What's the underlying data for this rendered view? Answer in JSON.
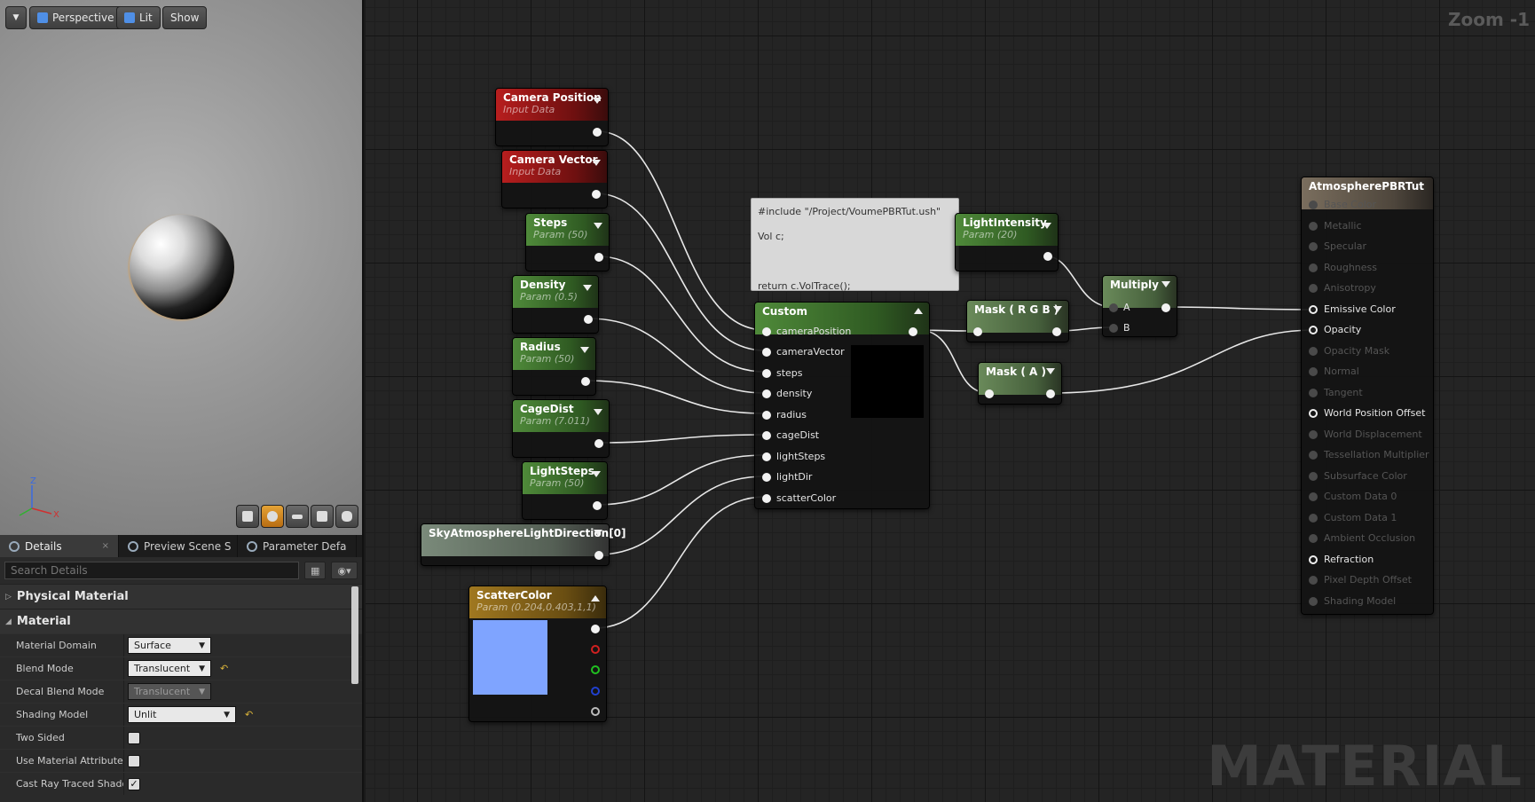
{
  "viewport": {
    "buttons": {
      "perspective": "Perspective",
      "lit": "Lit",
      "show": "Show"
    },
    "axis": {
      "z": "Z",
      "x": "X"
    }
  },
  "details": {
    "tabs": [
      {
        "label": "Details",
        "close": "×"
      },
      {
        "label": "Preview Scene S",
        "close": ""
      },
      {
        "label": "Parameter Defa",
        "close": ""
      }
    ],
    "search_placeholder": "Search Details",
    "categories": {
      "physical_material": "Physical Material",
      "material": "Material"
    },
    "properties": {
      "material_domain": {
        "label": "Material Domain",
        "value": "Surface"
      },
      "blend_mode": {
        "label": "Blend Mode",
        "value": "Translucent"
      },
      "decal_blend_mode": {
        "label": "Decal Blend Mode",
        "value": "Translucent"
      },
      "shading_model": {
        "label": "Shading Model",
        "value": "Unlit"
      },
      "two_sided": {
        "label": "Two Sided",
        "checked": false
      },
      "use_material_attributes": {
        "label": "Use Material Attributes",
        "checked": false
      },
      "cast_ray_traced_shadows": {
        "label": "Cast Ray Traced Shadows",
        "checked": true,
        "mark": "✓"
      }
    }
  },
  "graph": {
    "zoom": "Zoom -1",
    "watermark": "MATERIAL",
    "nodes": {
      "camera_position": {
        "title": "Camera Position",
        "subtitle": "Input Data"
      },
      "camera_vector": {
        "title": "Camera Vector",
        "subtitle": "Input Data"
      },
      "steps": {
        "title": "Steps",
        "subtitle": "Param (50)"
      },
      "density": {
        "title": "Density",
        "subtitle": "Param (0.5)"
      },
      "radius": {
        "title": "Radius",
        "subtitle": "Param (50)"
      },
      "cagedist": {
        "title": "CageDist",
        "subtitle": "Param (7.011)"
      },
      "lightsteps": {
        "title": "LightSteps",
        "subtitle": "Param (50)"
      },
      "skylight": {
        "title": "SkyAtmosphereLightDirection[0]"
      },
      "scattercolor": {
        "title": "ScatterColor",
        "subtitle": "Param (0.204,0.403,1,1)",
        "swatch_color": "#7fa4ff"
      },
      "lightintensity": {
        "title": "LightIntensity",
        "subtitle": "Param (20)"
      },
      "custom": {
        "title": "Custom",
        "code": [
          "#include \"/Project/VoumePBRTut.ush\"",
          "Vol c;",
          "",
          "return c.VolTrace();"
        ],
        "inputs": [
          "cameraPosition",
          "cameraVector",
          "steps",
          "density",
          "radius",
          "cageDist",
          "lightSteps",
          "lightDir",
          "scatterColor"
        ]
      },
      "mask_rgb": {
        "title": "Mask ( R G B )"
      },
      "mask_a": {
        "title": "Mask ( A )"
      },
      "multiply": {
        "title": "Multiply",
        "inputs": [
          "A",
          "B"
        ]
      },
      "output": {
        "title": "AtmospherePBRTut",
        "pins": [
          {
            "label": "Base Color",
            "active": false
          },
          {
            "label": "Metallic",
            "active": false
          },
          {
            "label": "Specular",
            "active": false
          },
          {
            "label": "Roughness",
            "active": false
          },
          {
            "label": "Anisotropy",
            "active": false
          },
          {
            "label": "Emissive Color",
            "active": true
          },
          {
            "label": "Opacity",
            "active": true
          },
          {
            "label": "Opacity Mask",
            "active": false
          },
          {
            "label": "Normal",
            "active": false
          },
          {
            "label": "Tangent",
            "active": false
          },
          {
            "label": "World Position Offset",
            "active": true
          },
          {
            "label": "World Displacement",
            "active": false
          },
          {
            "label": "Tessellation Multiplier",
            "active": false
          },
          {
            "label": "Subsurface Color",
            "active": false
          },
          {
            "label": "Custom Data 0",
            "active": false
          },
          {
            "label": "Custom Data 1",
            "active": false
          },
          {
            "label": "Ambient Occlusion",
            "active": false
          },
          {
            "label": "Refraction",
            "active": true
          },
          {
            "label": "Pixel Depth Offset",
            "active": false
          },
          {
            "label": "Shading Model",
            "active": false
          }
        ]
      }
    }
  }
}
